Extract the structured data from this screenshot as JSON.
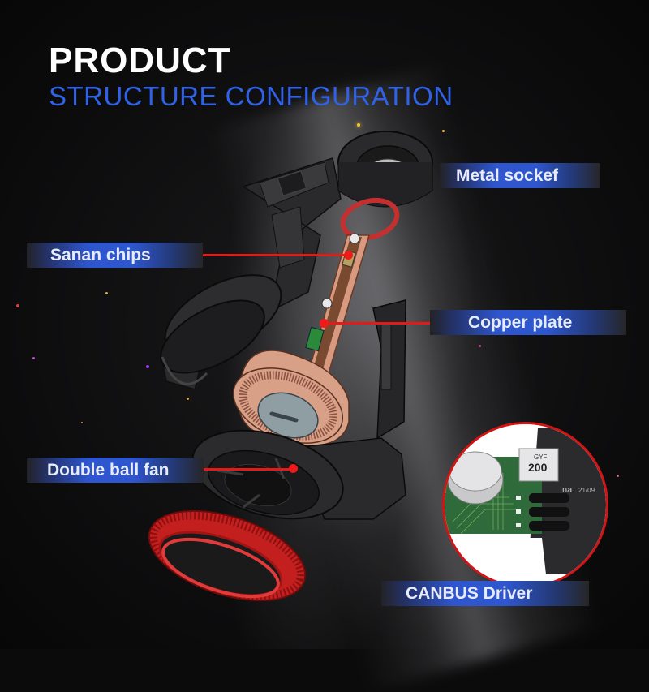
{
  "header": {
    "title": "PRODUCT",
    "subtitle": "STRUCTURE CONFIGURATION"
  },
  "colors": {
    "title": "#ffffff",
    "subtitle": "#2f62e6",
    "label_blue": "#2e56cf",
    "leader_line": "#e11a1a",
    "background": "#0b0b0c"
  },
  "labels": [
    {
      "id": "metal-socket",
      "text": "Metal sockef"
    },
    {
      "id": "sanan-chips",
      "text": "Sanan chips"
    },
    {
      "id": "copper-plate",
      "text": "Copper plate"
    },
    {
      "id": "double-ball-fan",
      "text": "Double ball fan"
    },
    {
      "id": "canbus-driver",
      "text": "CANBUS Driver"
    }
  ],
  "inset": {
    "inductor_line1": "GYF",
    "inductor_line2": "200",
    "chip_text": "na",
    "chip_date": "21/09"
  }
}
